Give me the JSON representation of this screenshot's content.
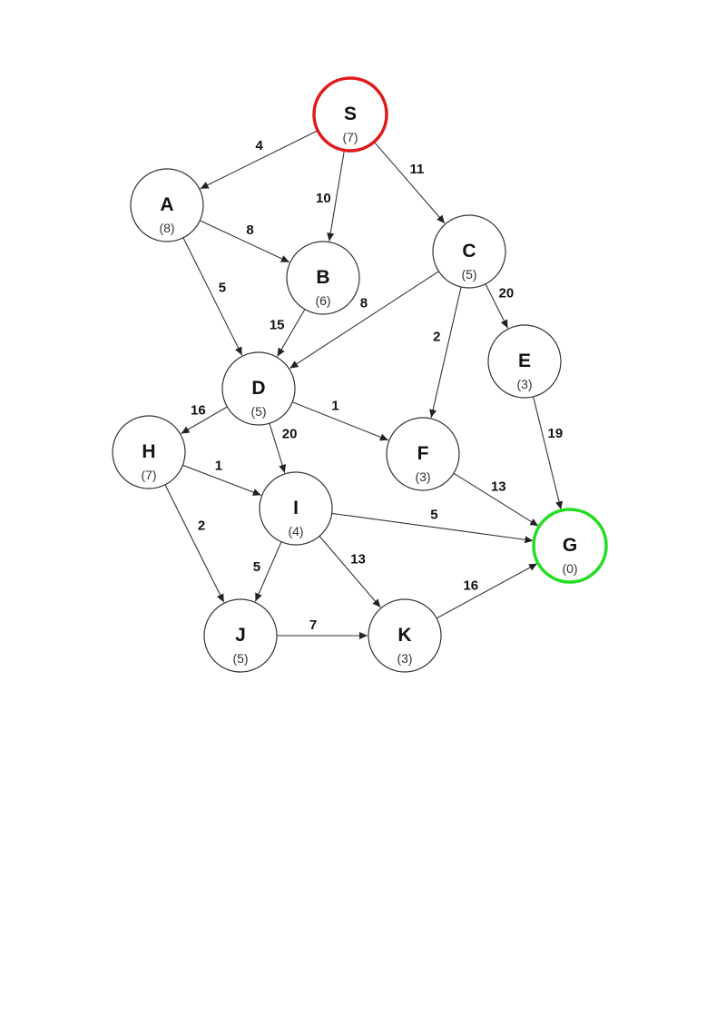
{
  "colors": {
    "default_outline": "#333333",
    "start_outline": "#e01a1a",
    "goal_outline": "#22dd22"
  },
  "graph": {
    "nodes": [
      {
        "id": "S",
        "h": "(7)",
        "role": "start"
      },
      {
        "id": "A",
        "h": "(8)"
      },
      {
        "id": "B",
        "h": "(6)"
      },
      {
        "id": "C",
        "h": "(5)"
      },
      {
        "id": "D",
        "h": "(5)"
      },
      {
        "id": "E",
        "h": "(3)"
      },
      {
        "id": "F",
        "h": "(3)"
      },
      {
        "id": "G",
        "h": "(0)",
        "role": "goal"
      },
      {
        "id": "H",
        "h": "(7)"
      },
      {
        "id": "I",
        "h": "(4)"
      },
      {
        "id": "J",
        "h": "(5)"
      },
      {
        "id": "K",
        "h": "(3)"
      }
    ],
    "edges": [
      {
        "from": "S",
        "to": "A",
        "weight": "4"
      },
      {
        "from": "S",
        "to": "B",
        "weight": "10"
      },
      {
        "from": "S",
        "to": "C",
        "weight": "11"
      },
      {
        "from": "A",
        "to": "B",
        "weight": "8"
      },
      {
        "from": "A",
        "to": "D",
        "weight": "5"
      },
      {
        "from": "B",
        "to": "D",
        "weight": "15"
      },
      {
        "from": "C",
        "to": "D",
        "weight": "8"
      },
      {
        "from": "C",
        "to": "F",
        "weight": "2"
      },
      {
        "from": "C",
        "to": "E",
        "weight": "20"
      },
      {
        "from": "D",
        "to": "H",
        "weight": "16"
      },
      {
        "from": "D",
        "to": "I",
        "weight": "20"
      },
      {
        "from": "D",
        "to": "F",
        "weight": "1"
      },
      {
        "from": "E",
        "to": "G",
        "weight": "19"
      },
      {
        "from": "F",
        "to": "G",
        "weight": "13"
      },
      {
        "from": "H",
        "to": "I",
        "weight": "1"
      },
      {
        "from": "H",
        "to": "J",
        "weight": "2"
      },
      {
        "from": "I",
        "to": "G",
        "weight": "5"
      },
      {
        "from": "I",
        "to": "J",
        "weight": "5"
      },
      {
        "from": "I",
        "to": "K",
        "weight": "13"
      },
      {
        "from": "J",
        "to": "K",
        "weight": "7"
      },
      {
        "from": "K",
        "to": "G",
        "weight": "16"
      }
    ]
  }
}
